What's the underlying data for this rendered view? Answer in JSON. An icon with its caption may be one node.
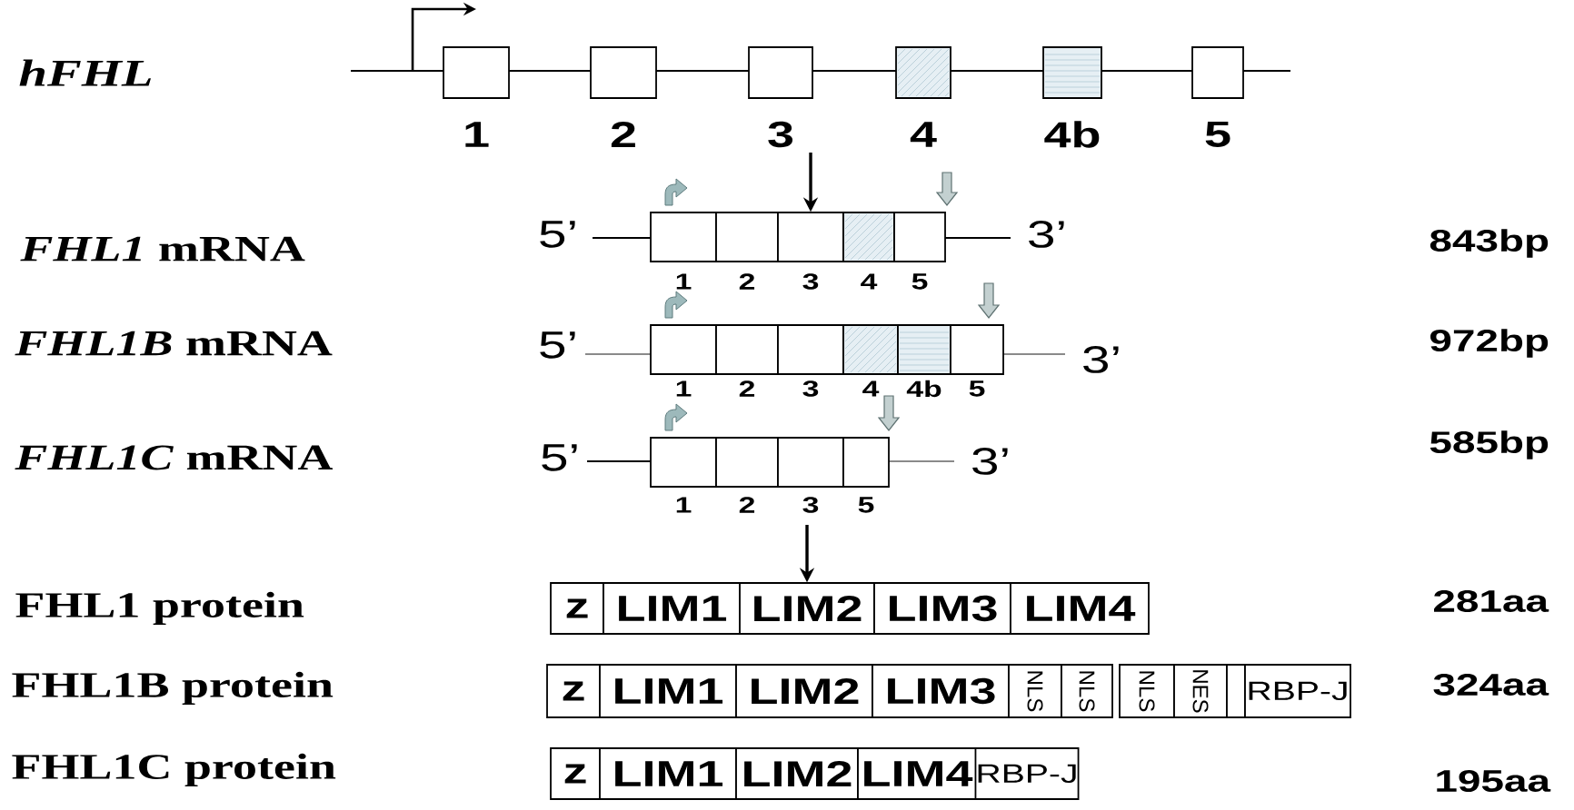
{
  "diagram": {
    "nodes": [
      {
        "text": [
          "1"
        ]
      },
      {
        "text": [
          "2"
        ]
      },
      {
        "text": [
          "3"
        ]
      },
      {
        "text": [
          "4"
        ]
      },
      {
        "text": [
          "4b"
        ]
      },
      {
        "text": [
          "5"
        ]
      },
      {
        "text": [
          "1"
        ],
        "beside": [
          "5’"
        ]
      },
      {
        "text": [
          "2"
        ]
      },
      {
        "text": [
          "3"
        ]
      },
      {
        "text": [
          "4"
        ]
      },
      {
        "text": [
          "5"
        ],
        "beside": [
          "3’"
        ]
      },
      {
        "text": [
          "1"
        ],
        "beside": [
          "5’"
        ]
      },
      {
        "text": [
          "2"
        ]
      },
      {
        "text": [
          "3"
        ]
      },
      {
        "text": [
          "4"
        ]
      },
      {
        "text": [
          "4b"
        ]
      },
      {
        "text": [
          "5"
        ],
        "beside": [
          "3’"
        ]
      },
      {
        "text": [
          "1"
        ],
        "beside": [
          "5’"
        ]
      },
      {
        "text": [
          "2"
        ]
      },
      {
        "text": [
          "3"
        ]
      },
      {
        "text": [
          "5"
        ],
        "beside": [
          "3’"
        ]
      },
      {
        "text": [
          "z"
        ]
      },
      {
        "text": [
          "LIM1"
        ]
      },
      {
        "text": [
          "LIM2"
        ]
      },
      {
        "text": [
          "LIM3"
        ]
      },
      {
        "text": [
          "LIM4"
        ]
      },
      {
        "text": [
          "z"
        ]
      },
      {
        "text": [
          "LIM1"
        ]
      },
      {
        "text": [
          "LIM2"
        ]
      },
      {
        "text": [
          "LIM3"
        ]
      },
      {
        "text": [
          "NLS"
        ]
      },
      {
        "text": [
          "NLS"
        ]
      },
      {
        "text": [
          "NLS"
        ]
      },
      {
        "text": [
          "NES"
        ]
      },
      {
        "text": [],
        "shape": "box"
      },
      {
        "text": [
          "RBP-J"
        ]
      },
      {
        "text": [
          "z"
        ]
      },
      {
        "text": [
          "LIM1"
        ]
      },
      {
        "text": [
          "LIM2"
        ]
      },
      {
        "text": [
          "LIM4"
        ]
      },
      {
        "text": [
          "RBP-J"
        ]
      }
    ],
    "edges": [
      {
        "from": 2,
        "to": 8,
        "arrow": "to"
      },
      {
        "from": 19,
        "to": 23,
        "arrow": "to"
      }
    ],
    "labels": [
      "hFHL",
      "*FHL1* mRNA",
      "843bp",
      "*FHL1B* mRNA",
      "972bp",
      "*FHL1C* mRNA",
      "585bp",
      "FHL1 protein",
      "281aa",
      "FHL1B protein",
      "324aa",
      "FHL1C protein",
      "195aa"
    ]
  }
}
